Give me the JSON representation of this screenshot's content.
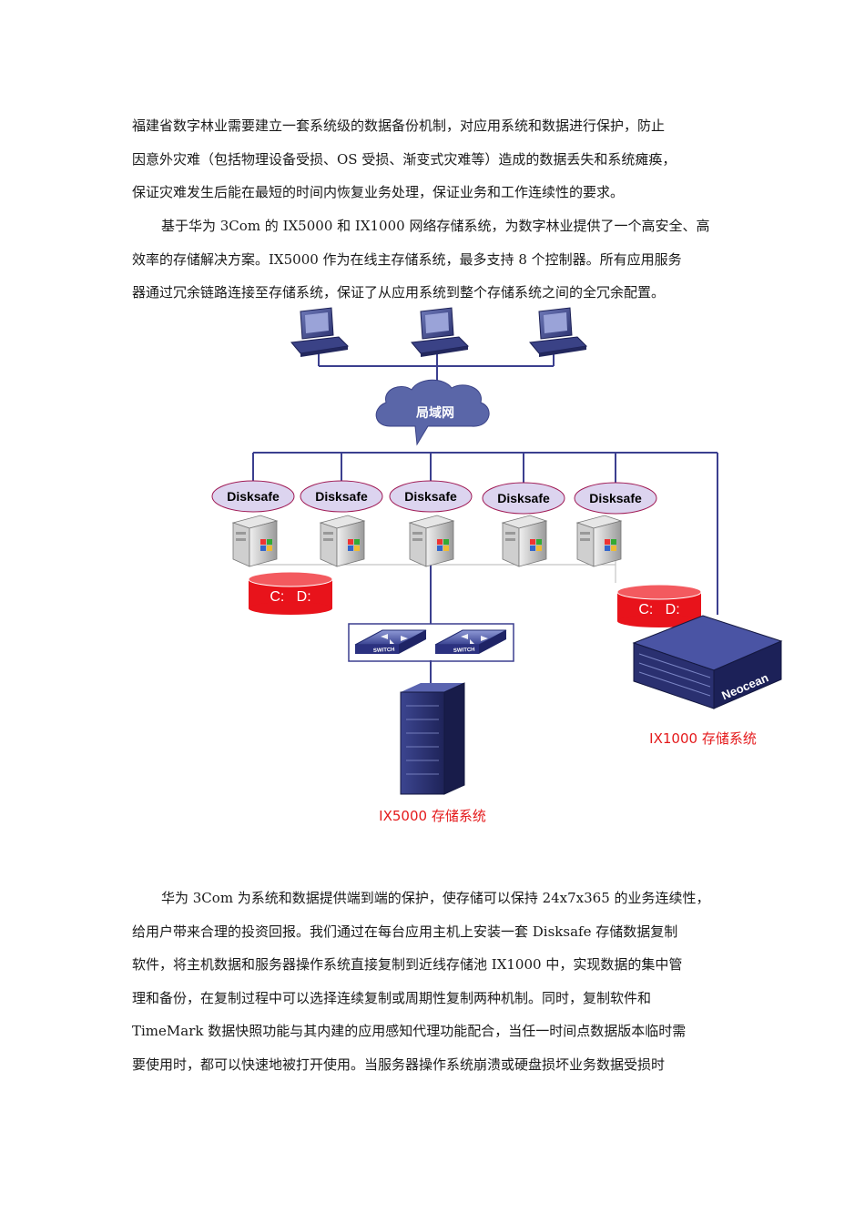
{
  "paragraph_1": {
    "lines": [
      "福建省数字林业需要建立一套系统级的数据备份机制，对应用系统和数据进行保护，防止",
      "因意外灾难（包括物理设备受损、OS 受损、渐变式灾难等）造成的数据丢失和系统瘫痪，",
      "保证灾难发生后能在最短的时间内恢复业务处理，保证业务和工作连续性的要求。"
    ]
  },
  "paragraph_2": {
    "lines": [
      "基于华为 3Com 的 IX5000 和 IX1000 网络存储系统，为数字林业提供了一个高安全、高",
      "效率的存储解决方案。IX5000 作为在线主存储系统，最多支持 8 个控制器。所有应用服务",
      "器通过冗余链路连接至存储系统，保证了从应用系统到整个存储系统之间的全冗余配置。"
    ]
  },
  "diagram": {
    "lan_label": "局域网",
    "agent_labels": [
      "Disksafe",
      "Disksafe",
      "Disksafe",
      "Disksafe",
      "Disksafe"
    ],
    "drive_labels": [
      "C:   D:",
      "C:   D:"
    ],
    "switch_labels": [
      "SWITCH",
      "SWITCH"
    ],
    "rack_brand": "Neocean",
    "ix5000_label": "IX5000 存储系统",
    "ix1000_label": "IX1000 存储系统",
    "colors": {
      "line": "#3b3f8f",
      "cloud": "#5a66a8",
      "oval_fill": "#dcd4ef",
      "oval_stroke": "#a01a55",
      "drive_red": "#e8131b",
      "caption_red": "#e41a1c"
    }
  },
  "paragraph_3": {
    "lines": [
      "华为 3Com 为系统和数据提供端到端的保护，使存储可以保持 24x7x365 的业务连续性，",
      "给用户带来合理的投资回报。我们通过在每台应用主机上安装一套 Disksafe 存储数据复制",
      "软件，将主机数据和服务器操作系统直接复制到近线存储池 IX1000 中，实现数据的集中管",
      "理和备份，在复制过程中可以选择连续复制或周期性复制两种机制。同时，复制软件和",
      "TimeMark 数据快照功能与其内建的应用感知代理功能配合，当任一时间点数据版本临时需",
      "要使用时，都可以快速地被打开使用。当服务器操作系统崩溃或硬盘损坏业务数据受损时"
    ]
  }
}
